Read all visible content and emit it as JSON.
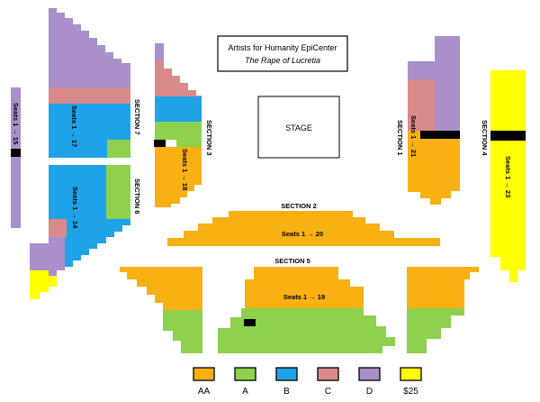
{
  "venue": {
    "name": "Artists for Humanity EpiCenter",
    "show": "The Rape of Lucretia"
  },
  "stage_label": "STAGE",
  "sections": {
    "s1": {
      "label": "SECTION 1",
      "seats": "Seats 1 → 21"
    },
    "s2": {
      "label": "SECTION 2",
      "seats": "Seats 1 → 20"
    },
    "s3": {
      "label": "SECTION 3",
      "seats": "Seats 1 → 18"
    },
    "s4": {
      "label": "SECTION 4",
      "seats": "Seats 1 → 23"
    },
    "s5": {
      "label": "SECTION 5",
      "seats": "Seats 1 → 19"
    },
    "s6": {
      "label": "SECTION 6",
      "seats": "Seats 1 → 14"
    },
    "s7": {
      "label": "SECTION 7",
      "seats": "Seats 1 → 17"
    },
    "s8": {
      "seats": "Seats 1 → 15"
    }
  },
  "colors": {
    "AA": "#f9b013",
    "A": "#8dd14e",
    "B": "#1fa3e8",
    "C": "#d98a8a",
    "D": "#aa8fca",
    "$25": "#ffff00",
    "blocked": "#000000"
  },
  "legend": [
    {
      "key": "AA",
      "label": "AA"
    },
    {
      "key": "A",
      "label": "A"
    },
    {
      "key": "B",
      "label": "B"
    },
    {
      "key": "C",
      "label": "C"
    },
    {
      "key": "D",
      "label": "D"
    },
    {
      "key": "$25",
      "label": "$25"
    }
  ]
}
